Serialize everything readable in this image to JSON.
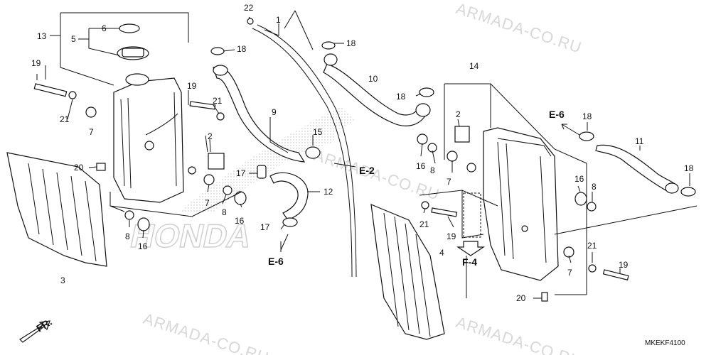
{
  "watermarks": [
    "ARMADA-CO.RU",
    "ARMADA-CO.RU",
    "ARMADA-CO.RU",
    "ARMADA-CO.RU"
  ],
  "logo_text": "HONDA",
  "diagram_code": "MKEKF4100",
  "front_arrow_label": "FR.",
  "references": {
    "e2": "E-2",
    "e6_left": "E-6",
    "e6_right": "E-6",
    "f4": "F-4"
  },
  "part_labels": {
    "p1": "1",
    "p2a": "2",
    "p2b": "2",
    "p3": "3",
    "p4": "4",
    "p5": "5",
    "p6": "6",
    "p7a": "7",
    "p7b": "7",
    "p7c": "7",
    "p7d": "7",
    "p8a": "8",
    "p8b": "8",
    "p8c": "8",
    "p8d": "8",
    "p9": "9",
    "p10": "10",
    "p11": "11",
    "p12": "12",
    "p13": "13",
    "p14": "14",
    "p15": "15",
    "p16a": "16",
    "p16b": "16",
    "p16c": "16",
    "p16d": "16",
    "p17a": "17",
    "p17b": "17",
    "p18a": "18",
    "p18b": "18",
    "p18c": "18",
    "p18d": "18",
    "p18e": "18",
    "p19a": "19",
    "p19b": "19",
    "p19c": "19",
    "p19d": "19",
    "p20a": "20",
    "p20b": "20",
    "p21a": "21",
    "p21b": "21",
    "p21c": "21",
    "p21d": "21",
    "p22": "22"
  }
}
